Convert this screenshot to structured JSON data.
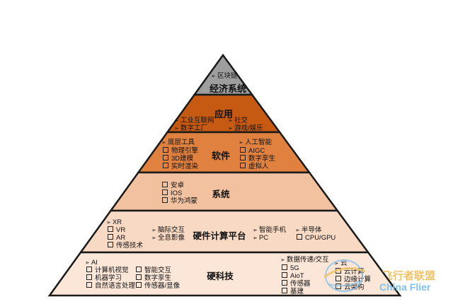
{
  "layers": [
    {
      "id": "economy",
      "title": "经济系统",
      "fill": "#9e9e9e",
      "items": [
        "区块链"
      ]
    },
    {
      "id": "application",
      "title": "应用",
      "fill": "#c65a13",
      "items": [
        "工业互联网",
        "数字工厂",
        "社交",
        "游戏/娱乐"
      ]
    },
    {
      "id": "software",
      "title": "软件",
      "fill": "#e0813f",
      "items": [
        "底层工具",
        "物理引擎",
        "3D建模",
        "实时渲染",
        "人工智能",
        "AIGC",
        "数字孪生",
        "虚拟人"
      ]
    },
    {
      "id": "system",
      "title": "系统",
      "fill": "#f2c1a0",
      "items": [
        "安卓",
        "IOS",
        "华为鸿蒙"
      ]
    },
    {
      "id": "hardware-platform",
      "title": "硬件计算平台",
      "fill": "#f8d9c4",
      "items": [
        "XR",
        "VR",
        "AR",
        "传感技术",
        "脑际交互",
        "全息影像",
        "智能手机",
        "PC",
        "半导体",
        "CPU/GPU"
      ]
    },
    {
      "id": "hard-tech",
      "title": "硬科技",
      "fill": "#fbe6d8",
      "items": [
        "AI",
        "计算机视觉",
        "机器学习",
        "自然语言处理",
        "智能交互",
        "数字孪生",
        "传感器/显像",
        "数据传递/交互",
        "5G",
        "AioT",
        "传感器",
        "基建",
        "云",
        "云计算",
        "边缘计算",
        "云架构"
      ]
    }
  ],
  "watermark": {
    "cn": "飞行者联盟",
    "en": "China Flier"
  },
  "colors": {
    "outline": "#1a1a1a",
    "text": "#111111",
    "watermark_cn": "#f0c36a",
    "watermark_en": "#7ec0ee"
  }
}
